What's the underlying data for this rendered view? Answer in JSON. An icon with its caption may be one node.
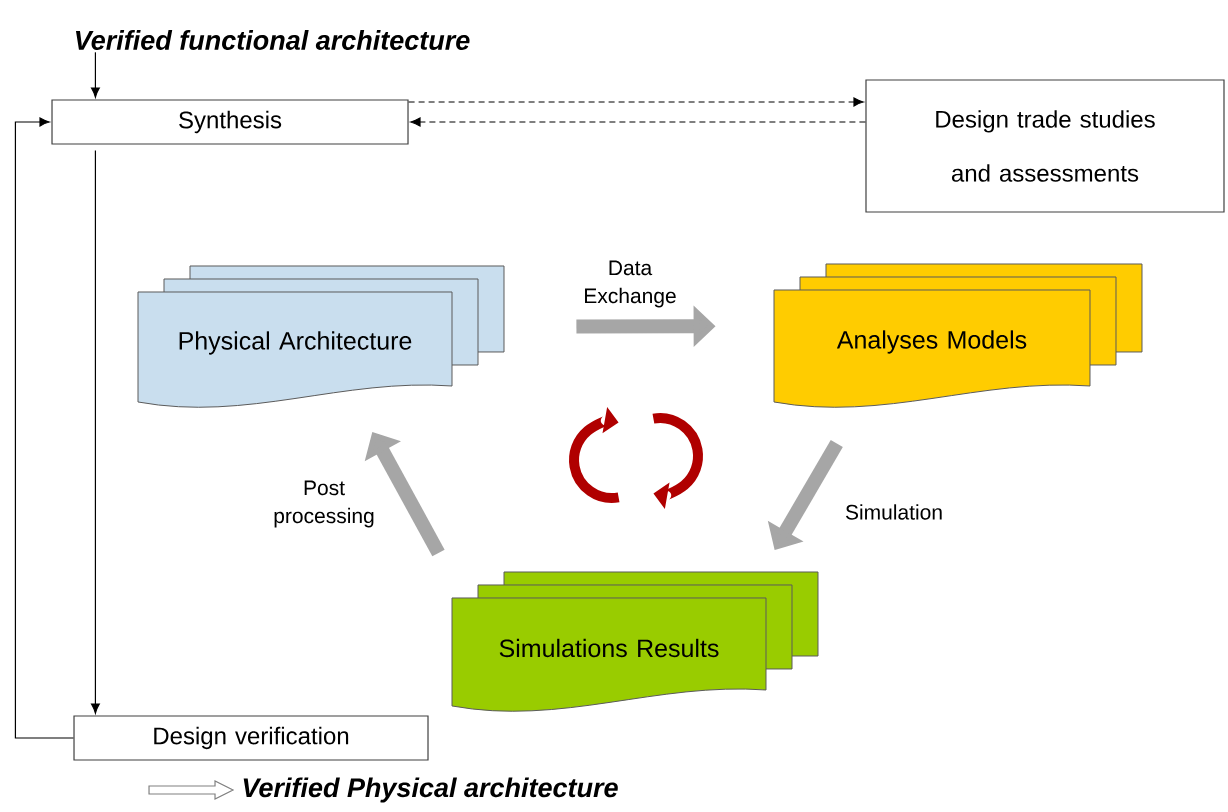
{
  "diagram": {
    "nodes": [
      {
        "text": [
          "Verified functional architecture"
        ]
      },
      {
        "text": [
          "Synthesis"
        ]
      },
      {
        "text": [
          "Design trade studies and assessments"
        ]
      },
      {
        "text": [
          "Physical Architecture"
        ]
      },
      {
        "text": [
          "Analyses Models"
        ]
      },
      {
        "text": [
          "Simulations Results"
        ]
      },
      {
        "text": [
          "Design verification"
        ]
      },
      {
        "text": [
          "Verified Physical architecture"
        ]
      }
    ],
    "edges": [
      {
        "from": 0,
        "to": 1,
        "arrow": "to"
      },
      {
        "from": 1,
        "to": 2,
        "arrow": "to",
        "style": "dashed"
      },
      {
        "from": 2,
        "to": 1,
        "arrow": "to",
        "style": "dashed"
      },
      {
        "from": 1,
        "to": 6,
        "arrow": "to"
      },
      {
        "from": 6,
        "to": 1,
        "arrow": "to"
      },
      {
        "from": 3,
        "to": 4,
        "arrow": "to",
        "label": "Data Exchange",
        "style": "thick",
        "color": "#a6a6a6"
      },
      {
        "from": 4,
        "to": 5,
        "arrow": "to",
        "label": "Simulation",
        "style": "thick",
        "color": "#a6a6a6"
      },
      {
        "from": 5,
        "to": 3,
        "arrow": "to",
        "label": "Post processing",
        "style": "thick",
        "color": "#a6a6a6"
      },
      {
        "from": null,
        "to": 7,
        "arrow": "to"
      }
    ]
  }
}
